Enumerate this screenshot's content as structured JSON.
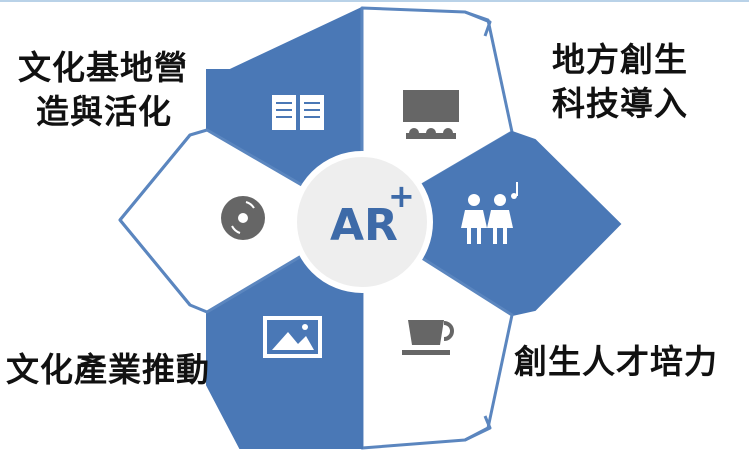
{
  "center": {
    "text": "AR",
    "superscript": "+"
  },
  "labels": {
    "top_left": [
      "文化基地營",
      "造與活化"
    ],
    "top_right": [
      "地方創生",
      "科技導入"
    ],
    "bottom_left": "文化產業推動",
    "bottom_right": "創生人才培力"
  },
  "icons": {
    "top_left": "book-icon",
    "top_right": "theater-icon",
    "right": "people-music-icon",
    "bottom_right": "coffee-cup-icon",
    "bottom_left": "picture-icon",
    "left": "disc-icon"
  },
  "colors": {
    "accent": "#4a78b6",
    "outline": "#5b86bf",
    "center_fill": "#eeeeee",
    "center_text": "#3d6aa8"
  }
}
